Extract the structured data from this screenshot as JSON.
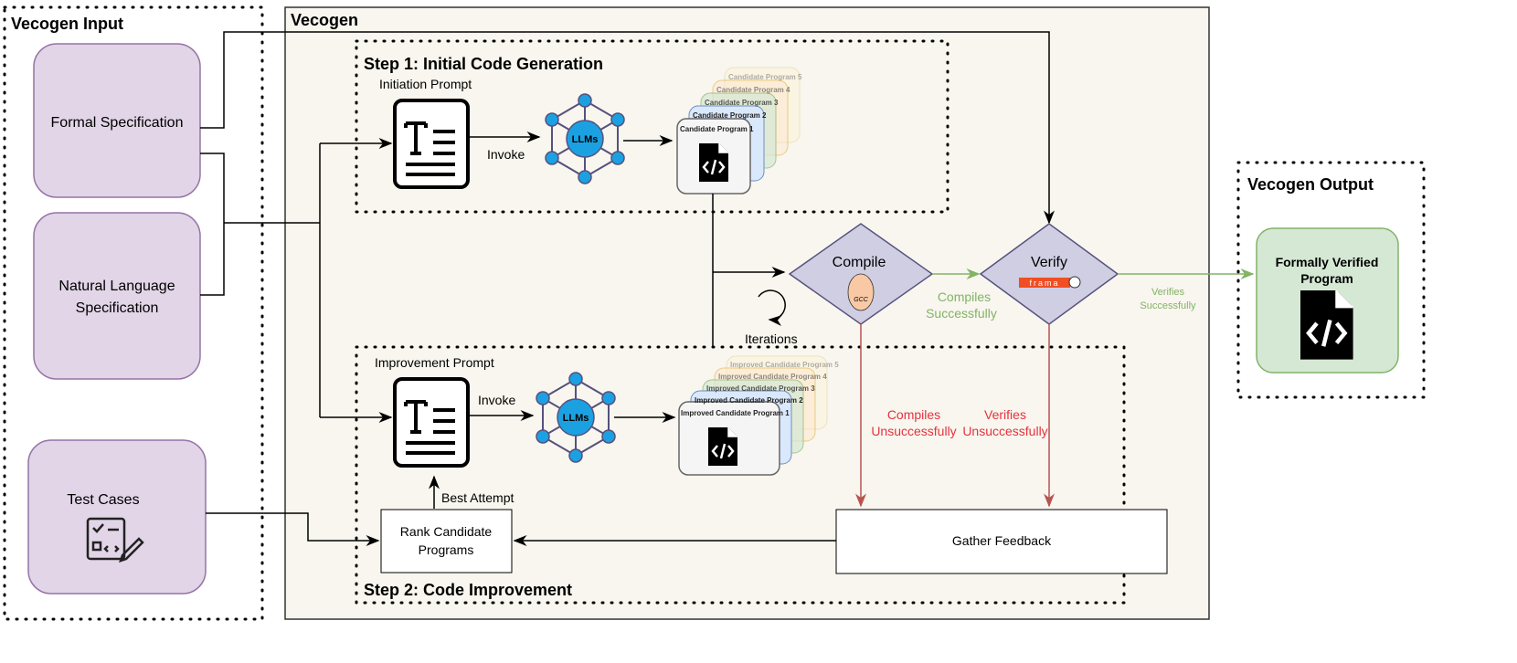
{
  "titles": {
    "input": "Vecogen Input",
    "main": "Vecogen",
    "output": "Vecogen Output",
    "step1": "Step 1: Initial Code Generation",
    "step2": "Step 2: Code Improvement"
  },
  "inputs": {
    "formal": "Formal Specification",
    "natural1": "Natural Language",
    "natural2": "Specification",
    "tests": "Test Cases"
  },
  "labels": {
    "init_prompt": "Initiation Prompt",
    "impr_prompt": "Improvement Prompt",
    "invoke": "Invoke",
    "llms": "LLMs",
    "iterations": "Iterations",
    "best": "Best Attempt",
    "rank1": "Rank Candidate",
    "rank2": "Programs",
    "gather": "Gather Feedback",
    "compile": "Compile",
    "verify": "Verify",
    "gcc": "GCC",
    "frama": "frama",
    "comp_ok1": "Compiles",
    "comp_ok2": "Successfully",
    "ver_ok1": "Verifies",
    "ver_ok2": "Successfully",
    "comp_bad1": "Compiles",
    "comp_bad2": "Unsuccessfully",
    "ver_bad1": "Verifies",
    "ver_bad2": "Unsuccessfully",
    "out1": "Formally Verified",
    "out2": "Program"
  },
  "candidates": [
    "Candidate Program 1",
    "Candidate Program 2",
    "Candidate Program 3",
    "Candidate Program 4",
    "Candidate Program 5"
  ],
  "improved": [
    "Improved Candidate Program 1",
    "Improved Candidate Program 2",
    "Improved Candidate Program 3",
    "Improved Candidate Program 4",
    "Improved Candidate Program 5"
  ],
  "colors": {
    "purple": "#e1d5e7",
    "purple_border": "#9673a6",
    "diamond": "#d0cee2",
    "green": "#82b366",
    "red": "#e5323e",
    "llm": "#1ba1e2",
    "panel": "#f8f6ee"
  }
}
